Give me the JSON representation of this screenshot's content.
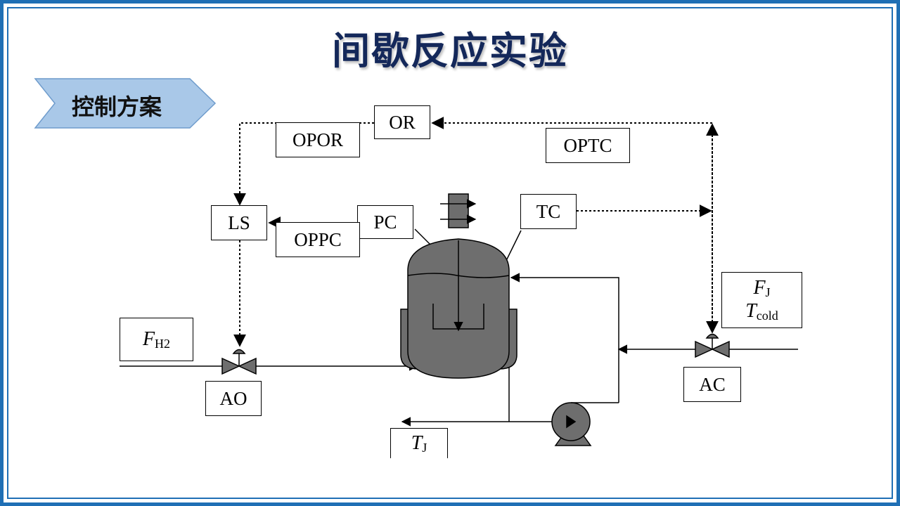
{
  "title": "间歇反应实验",
  "section": "控制方案",
  "blocks": {
    "or": "OR",
    "opor": "OPOR",
    "optc": "OPTC",
    "ls": "LS",
    "pc": "PC",
    "tc": "TC",
    "oppc": "OPPC",
    "ao": "AO",
    "ac": "AC"
  },
  "streams": {
    "fh2": {
      "symbol": "F",
      "sub": "H2"
    },
    "fj": {
      "symbol": "F",
      "sub": "J"
    },
    "tcold": {
      "symbol": "T",
      "sub": "cold"
    },
    "tj": {
      "symbol": "T",
      "sub": "J"
    }
  },
  "colors": {
    "frame": "#1f6fb5",
    "title": "#14285a",
    "tab_fill": "#a9c8e8",
    "vessel_fill": "#6e6e6e"
  }
}
